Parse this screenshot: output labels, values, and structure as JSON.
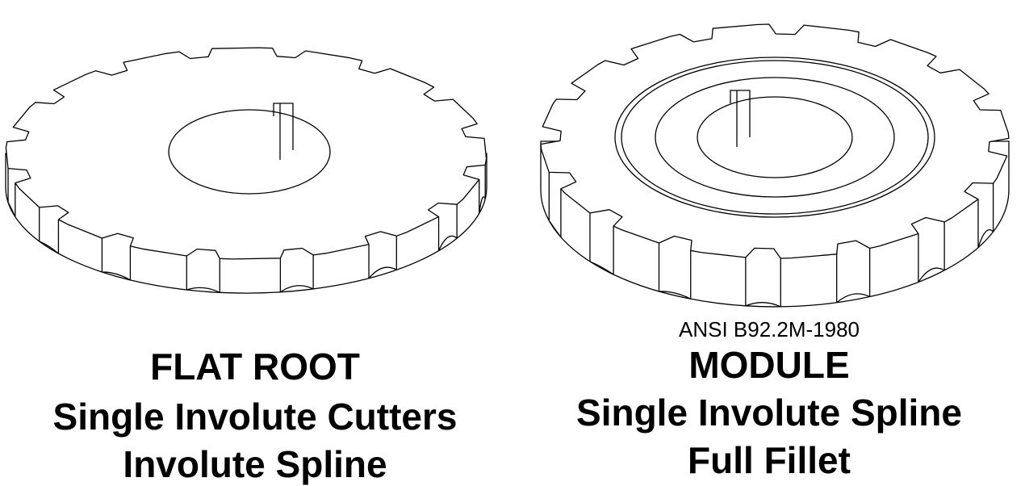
{
  "left_caption": {
    "line1": "FLAT ROOT",
    "line2": "Single Involute Cutters",
    "line3": "Involute Spline"
  },
  "right_caption": {
    "standard": "ANSI B92.2M-1980",
    "line1": "MODULE",
    "line2": "Single Involute Spline",
    "line3": "Full Fillet"
  },
  "colors": {
    "line": "#000000",
    "background": "#ffffff"
  }
}
